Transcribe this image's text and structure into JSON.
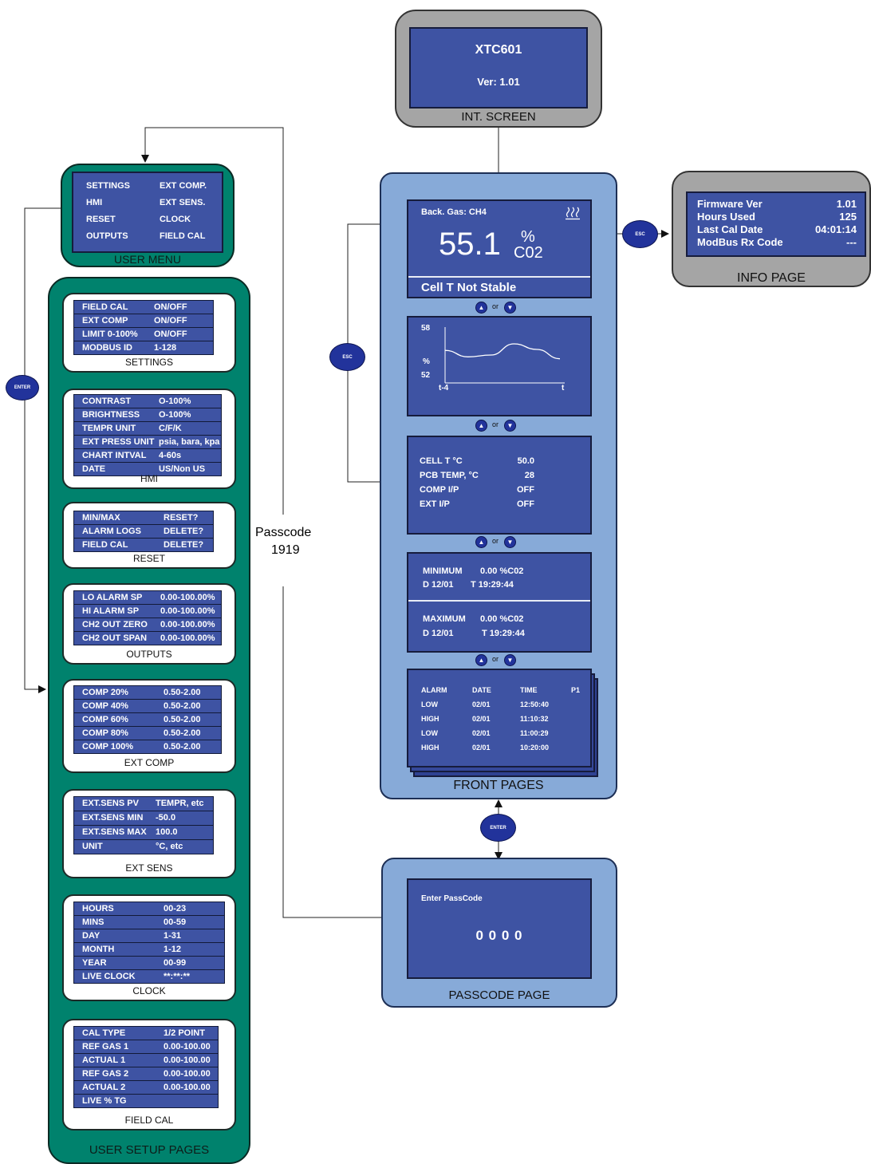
{
  "int_screen": {
    "title": "XTC601",
    "version": "Ver:  1.01",
    "caption": "INT. SCREEN"
  },
  "info_page": {
    "rows": [
      {
        "label": "Firmware Ver",
        "value": "1.01"
      },
      {
        "label": "Hours Used",
        "value": "125"
      },
      {
        "label": "Last Cal Date",
        "value": "04:01:14"
      },
      {
        "label": "ModBus Rx Code",
        "value": "---"
      }
    ],
    "caption": "INFO PAGE"
  },
  "front_pages": {
    "caption": "FRONT PAGES",
    "main": {
      "back_gas": "Back. Gas:  CH4",
      "reading": "55.1",
      "unit_top": "%",
      "unit_bottom": "C02",
      "status": "Cell T Not Stable"
    },
    "chart": {
      "y_top": "58",
      "y_unit": "%",
      "y_bottom": "52",
      "x_left": "t-4",
      "x_right": "t"
    },
    "chart_data": {
      "type": "line",
      "title": "",
      "xlabel": "",
      "ylabel": "%",
      "x": [
        "t-4",
        "",
        "",
        "",
        "",
        "t"
      ],
      "values": [
        55.5,
        54.8,
        55.0,
        56.2,
        55.6,
        54.6
      ],
      "ylim": [
        52,
        58
      ],
      "grid": false
    },
    "status_rows": [
      {
        "label": "CELL T °C",
        "value": "50.0"
      },
      {
        "label": "PCB TEMP, °C",
        "value": "28"
      },
      {
        "label": "COMP I/P",
        "value": "OFF"
      },
      {
        "label": "EXT I/P",
        "value": "OFF"
      }
    ],
    "minmax": {
      "min_label": "MINIMUM",
      "min_value": "0.00  %C02",
      "min_date": "D 12/01",
      "min_time": "T  19:29:44",
      "max_label": "MAXIMUM",
      "max_value": "0.00  %C02",
      "max_date": "D 12/01",
      "max_time": "T  19:29:44"
    },
    "alarm_log": {
      "headers": [
        "ALARM",
        "DATE",
        "TIME",
        "P1"
      ],
      "rows": [
        [
          "LOW",
          "02/01",
          "12:50:40"
        ],
        [
          "HIGH",
          "02/01",
          "11:10:32"
        ],
        [
          "LOW",
          "02/01",
          "11:00:29"
        ],
        [
          "HIGH",
          "02/01",
          "10:20:00"
        ]
      ]
    },
    "or_text": "or"
  },
  "buttons": {
    "esc": "ESC",
    "enter": "ENTER"
  },
  "passcode_label": {
    "line1": "Passcode",
    "line2": "1919"
  },
  "passcode_page": {
    "prompt": "Enter PassCode",
    "code": "0 0 0 0",
    "caption": "PASSCODE PAGE"
  },
  "user_menu": {
    "left": [
      "SETTINGS",
      "HMI",
      "RESET",
      "OUTPUTS"
    ],
    "right": [
      "EXT COMP.",
      "EXT SENS.",
      "CLOCK",
      "FIELD CAL"
    ],
    "caption": "USER MENU"
  },
  "setup": {
    "caption": "USER SETUP PAGES",
    "settings": {
      "caption": "SETTINGS",
      "rows": [
        [
          "FIELD CAL",
          "ON/OFF"
        ],
        [
          "EXT COMP",
          "ON/OFF"
        ],
        [
          "LIMIT 0-100%",
          "ON/OFF"
        ],
        [
          "MODBUS ID",
          "1-128"
        ]
      ]
    },
    "hmi": {
      "caption": "HMI",
      "rows": [
        [
          "CONTRAST",
          "O-100%"
        ],
        [
          "BRIGHTNESS",
          "O-100%"
        ],
        [
          "TEMPR UNIT",
          "C/F/K"
        ],
        [
          "EXT PRESS UNIT",
          "psia, bara, kpa"
        ],
        [
          "CHART INTVAL",
          "4-60s"
        ],
        [
          "DATE",
          "US/Non US"
        ]
      ]
    },
    "reset": {
      "caption": "RESET",
      "rows": [
        [
          "MIN/MAX",
          "RESET?"
        ],
        [
          "ALARM LOGS",
          "DELETE?"
        ],
        [
          "FIELD CAL",
          "DELETE?"
        ]
      ]
    },
    "outputs": {
      "caption": "OUTPUTS",
      "rows": [
        [
          "LO ALARM SP",
          "0.00-100.00%"
        ],
        [
          "HI ALARM SP",
          "0.00-100.00%"
        ],
        [
          "CH2 OUT ZERO",
          "0.00-100.00%"
        ],
        [
          "CH2 OUT SPAN",
          "0.00-100.00%"
        ]
      ]
    },
    "ext_comp": {
      "caption": "EXT COMP",
      "rows": [
        [
          "COMP 20%",
          "0.50-2.00"
        ],
        [
          "COMP 40%",
          "0.50-2.00"
        ],
        [
          "COMP 60%",
          "0.50-2.00"
        ],
        [
          "COMP 80%",
          "0.50-2.00"
        ],
        [
          "COMP 100%",
          "0.50-2.00"
        ]
      ]
    },
    "ext_sens": {
      "caption": "EXT SENS",
      "rows": [
        [
          "EXT.SENS PV",
          "TEMPR, etc"
        ],
        [
          "EXT.SENS MIN",
          "-50.0"
        ],
        [
          "EXT.SENS MAX",
          "100.0"
        ],
        [
          "UNIT",
          "°C, etc"
        ]
      ]
    },
    "clock": {
      "caption": "CLOCK",
      "rows": [
        [
          "HOURS",
          "00-23"
        ],
        [
          "MINS",
          "00-59"
        ],
        [
          "DAY",
          "1-31"
        ],
        [
          "MONTH",
          "1-12"
        ],
        [
          "YEAR",
          "00-99"
        ],
        [
          "LIVE CLOCK",
          "**:**:**"
        ]
      ]
    },
    "field_cal": {
      "caption": "FIELD CAL",
      "rows": [
        [
          "CAL TYPE",
          "1/2 POINT"
        ],
        [
          "REF GAS 1",
          "0.00-100.00"
        ],
        [
          "ACTUAL 1",
          "0.00-100.00"
        ],
        [
          "REF GAS 2",
          "0.00-100.00"
        ],
        [
          "ACTUAL 2",
          "0.00-100.00"
        ],
        [
          "LIVE % TG",
          ""
        ]
      ]
    }
  }
}
